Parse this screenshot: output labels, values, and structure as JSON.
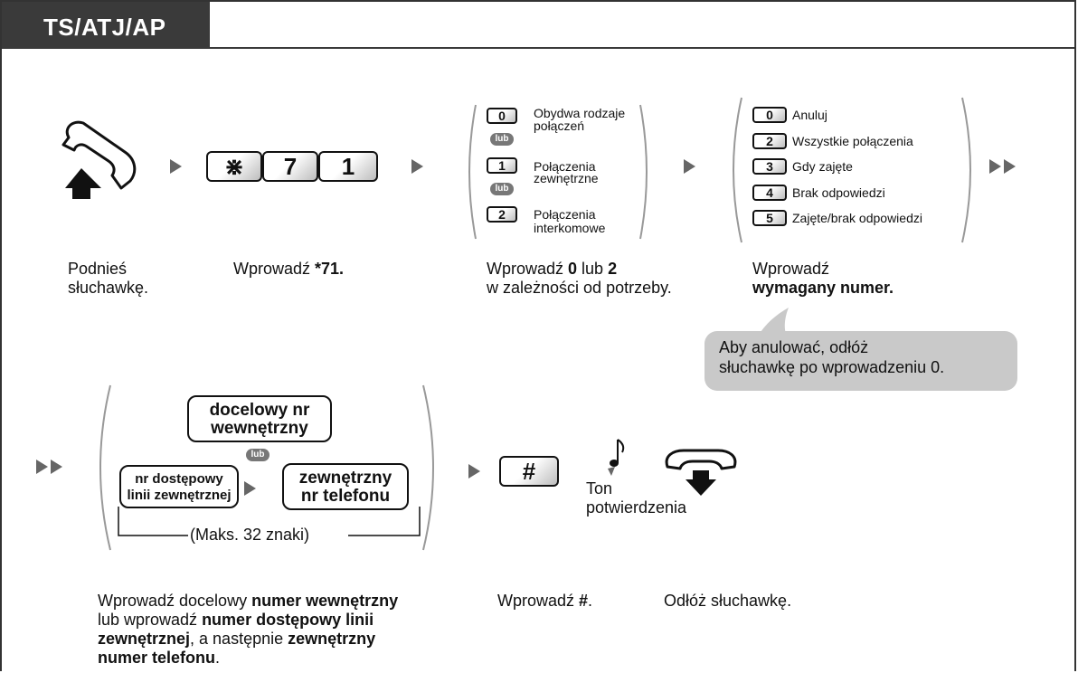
{
  "header": {
    "title": "TS/ATJ/AP"
  },
  "row1": {
    "step1": {
      "caption_line1": "Podnieś",
      "caption_line2": "słuchawkę."
    },
    "step2": {
      "keys": [
        "⋇",
        "7",
        "1"
      ],
      "caption_prefix": "Wprowadź ",
      "caption_bold": "*71."
    },
    "step3": {
      "options": [
        {
          "key": "0",
          "label_line1": "Obydwa rodzaje",
          "label_line2": "połączeń"
        },
        {
          "key": "1",
          "label_line1": "Połączenia",
          "label_line2": "zewnętrzne"
        },
        {
          "key": "2",
          "label_line1": "Połączenia",
          "label_line2": "interkomowe"
        }
      ],
      "or_label": "lub",
      "caption_prefix": "Wprowadź ",
      "caption_bold1": "0",
      "caption_mid": " lub ",
      "caption_bold2": "2",
      "caption_line2": "w zależności od potrzeby."
    },
    "step4": {
      "options": [
        {
          "key": "0",
          "label": "Anuluj"
        },
        {
          "key": "2",
          "label": "Wszystkie połączenia"
        },
        {
          "key": "3",
          "label": "Gdy zajęte"
        },
        {
          "key": "4",
          "label": "Brak odpowiedzi"
        },
        {
          "key": "5",
          "label": "Zajęte/brak odpowiedzi"
        }
      ],
      "caption_line1": "Wprowadź",
      "caption_bold": "wymagany numer."
    },
    "callout": {
      "line1": "Aby anulować, odłóż",
      "line2": "słuchawkę po wprowadzeniu 0."
    }
  },
  "row2": {
    "box_ext": {
      "line1": "docelowy nr",
      "line2": "wewnętrzny"
    },
    "or_label": "lub",
    "box_line_access": {
      "line1": "nr dostępowy",
      "line2": "linii zewnętrznej"
    },
    "box_outside_number": {
      "line1": "zewnętrzny",
      "line2": "nr telefonu"
    },
    "max_note": "(Maks. 32 znaki)",
    "step_hash": {
      "key": "#",
      "caption_prefix": "Wprowadź ",
      "caption_bold": "#",
      "caption_suffix": "."
    },
    "tone": {
      "line1": "Ton",
      "line2": "potwierdzenia"
    },
    "hangup": {
      "caption": "Odłóż słuchawkę."
    },
    "caption": {
      "p1": "Wprowadź docelowy ",
      "b1": "numer wewnętrzny",
      "p2": "lub wprowadź ",
      "b2": "numer dostępowy linii",
      "b3": "zewnętrznej",
      "p3": ", a następnie ",
      "b4": "zewnętrzny",
      "b5": "numer telefonu",
      "p4": "."
    }
  }
}
